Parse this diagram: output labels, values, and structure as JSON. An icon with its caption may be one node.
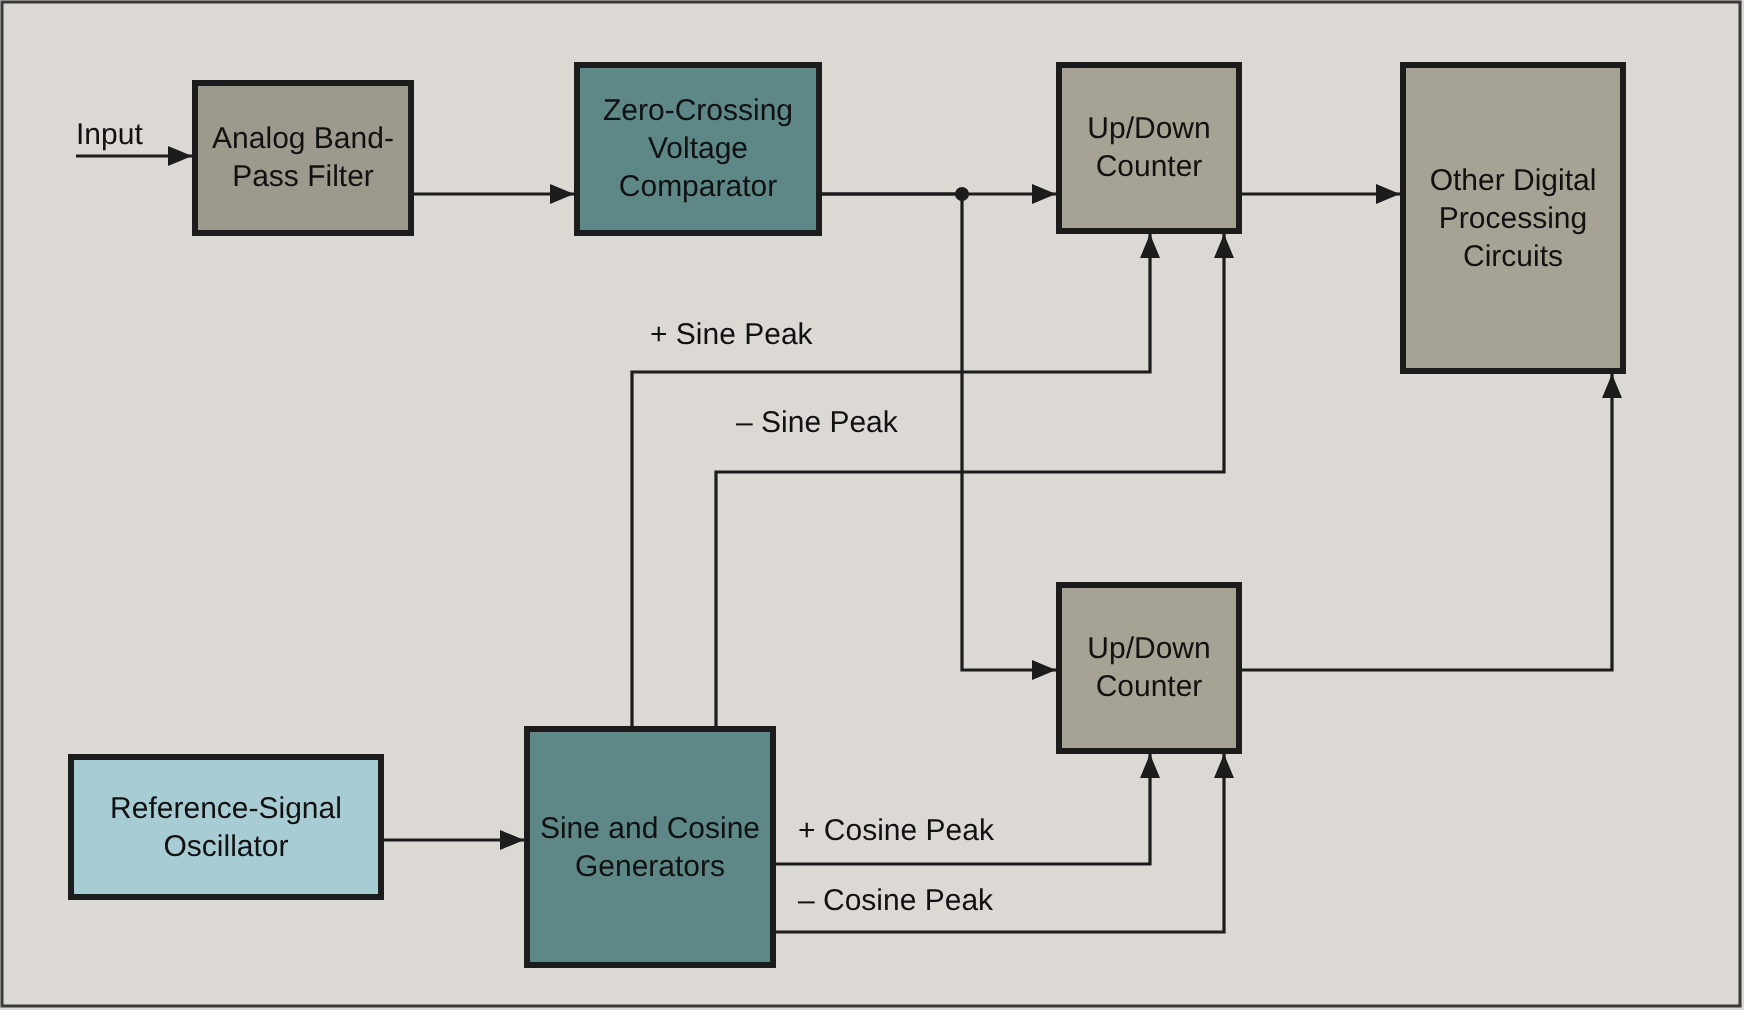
{
  "diagram": {
    "nodes": [
      {
        "text": [
          "Input"
        ]
      },
      {
        "text": [
          "Analog Band-Pass Filter"
        ]
      },
      {
        "text": [
          "Zero-Crossing Voltage Comparator"
        ]
      },
      {
        "text": [
          "Up/Down Counter"
        ]
      },
      {
        "text": [
          "Other Digital Processing Circuits"
        ]
      },
      {
        "text": [
          "Up/Down Counter"
        ]
      },
      {
        "text": [
          "Reference-Signal Oscillator"
        ]
      },
      {
        "text": [
          "Sine and Cosine Generators"
        ]
      }
    ],
    "edges": [
      {
        "from": 0,
        "to": 1,
        "arrow": "to"
      },
      {
        "from": 1,
        "to": 2,
        "arrow": "to"
      },
      {
        "from": 2,
        "to": 3,
        "arrow": "to"
      },
      {
        "from": 2,
        "to": 5,
        "arrow": "to"
      },
      {
        "from": 3,
        "to": 4,
        "arrow": "to"
      },
      {
        "from": 5,
        "to": 4,
        "arrow": "to"
      },
      {
        "from": 6,
        "to": 7,
        "arrow": "to"
      },
      {
        "from": 7,
        "to": 3,
        "arrow": "to",
        "label": "+ Sine Peak"
      },
      {
        "from": 7,
        "to": 3,
        "arrow": "to",
        "label": "– Sine Peak"
      },
      {
        "from": 7,
        "to": 5,
        "arrow": "to",
        "label": "+ Cosine Peak"
      },
      {
        "from": 7,
        "to": 5,
        "arrow": "to",
        "label": "– Cosine Peak"
      }
    ]
  }
}
